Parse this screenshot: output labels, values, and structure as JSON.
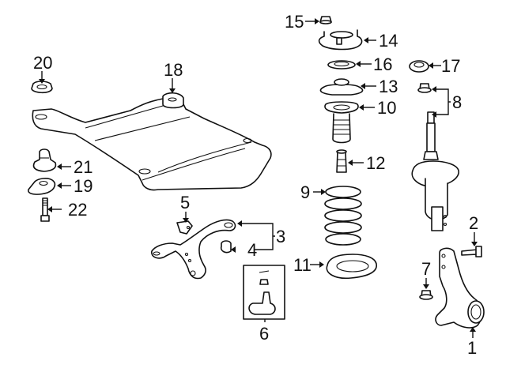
{
  "diagram": {
    "title": "Front suspension components",
    "callouts": [
      {
        "id": "1",
        "label": "1",
        "part": "steering-knuckle"
      },
      {
        "id": "2",
        "label": "2",
        "part": "knuckle-bolt"
      },
      {
        "id": "3",
        "label": "3",
        "part": "lower-control-arm-assembly"
      },
      {
        "id": "4",
        "label": "4",
        "part": "control-arm-bushing"
      },
      {
        "id": "5",
        "label": "5",
        "part": "bracket"
      },
      {
        "id": "6",
        "label": "6",
        "part": "ball-joint-kit"
      },
      {
        "id": "7",
        "label": "7",
        "part": "nut"
      },
      {
        "id": "8",
        "label": "8",
        "part": "strut-assembly"
      },
      {
        "id": "9",
        "label": "9",
        "part": "coil-spring"
      },
      {
        "id": "10",
        "label": "10",
        "part": "dust-boot"
      },
      {
        "id": "11",
        "label": "11",
        "part": "lower-spring-insulator"
      },
      {
        "id": "12",
        "label": "12",
        "part": "bump-stop"
      },
      {
        "id": "13",
        "label": "13",
        "part": "upper-spring-seat"
      },
      {
        "id": "14",
        "label": "14",
        "part": "strut-mount"
      },
      {
        "id": "15",
        "label": "15",
        "part": "mount-nut"
      },
      {
        "id": "16",
        "label": "16",
        "part": "bearing"
      },
      {
        "id": "17",
        "label": "17",
        "part": "insulator"
      },
      {
        "id": "18",
        "label": "18",
        "part": "engine-cradle"
      },
      {
        "id": "19",
        "label": "19",
        "part": "cradle-lower-cushion"
      },
      {
        "id": "20",
        "label": "20",
        "part": "cradle-upper-cushion"
      },
      {
        "id": "21",
        "label": "21",
        "part": "cradle-cushion"
      },
      {
        "id": "22",
        "label": "22",
        "part": "cradle-bolt"
      }
    ]
  }
}
